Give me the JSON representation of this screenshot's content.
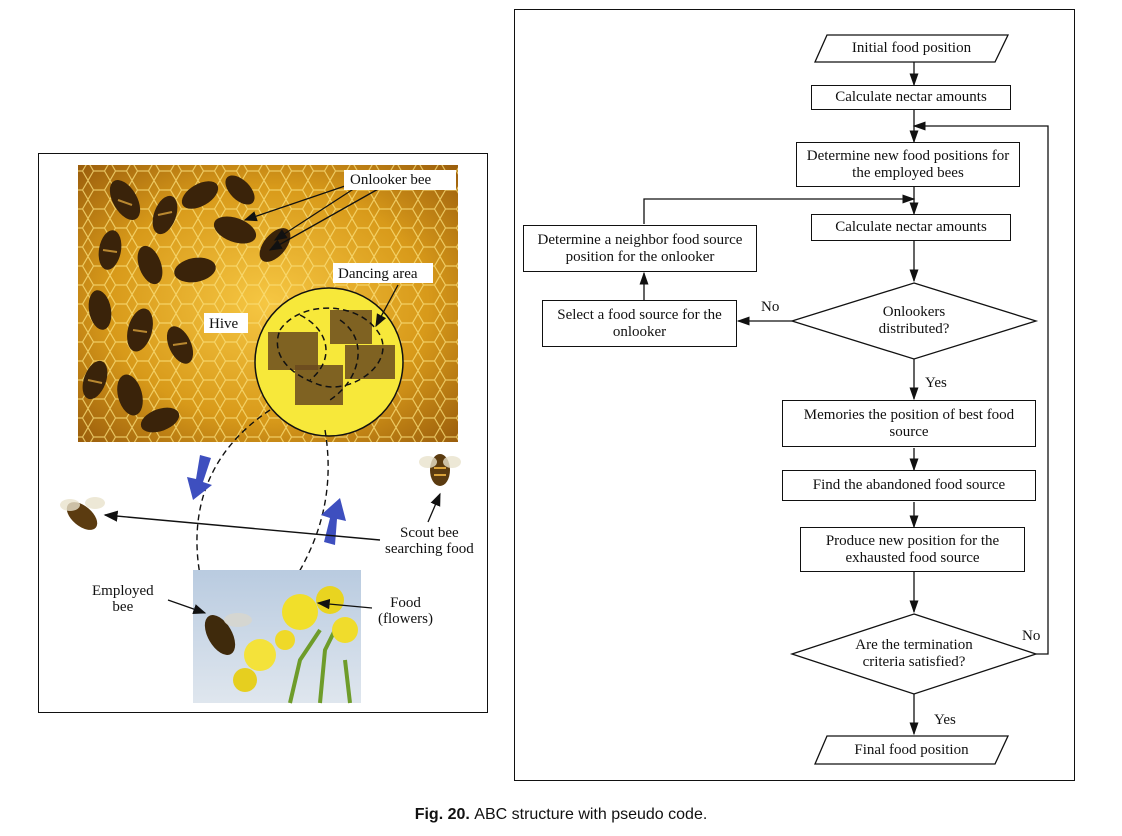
{
  "left": {
    "labels": {
      "onlooker_bee": "Onlooker bee",
      "dancing_area": "Dancing area",
      "hive": "Hive",
      "scout_bee": "Scout bee\nsearching food",
      "employed_bee": "Employed\nbee",
      "food": "Food\n(flowers)"
    }
  },
  "flow": {
    "initial": "Initial food position",
    "calc1": "Calculate nectar amounts",
    "determine_new": "Determine new food positions for the employed bees",
    "calc2": "Calculate nectar amounts",
    "onlookers_q": "Onlookers distributed?",
    "select_food": "Select a food source for the onlooker",
    "neighbor": "Determine a neighbor food source position for the onlooker",
    "memorize": "Memories the position of best food source",
    "find_abandoned": "Find the abandoned food source",
    "produce_new": "Produce new position for the exhausted food source",
    "termination_q": "Are the termination criteria satisfied?",
    "final": "Final food position",
    "no1": "No",
    "yes1": "Yes",
    "no2": "No",
    "yes2": "Yes"
  },
  "caption": {
    "label": "Fig. 20.",
    "text": "ABC structure with pseudo code."
  }
}
